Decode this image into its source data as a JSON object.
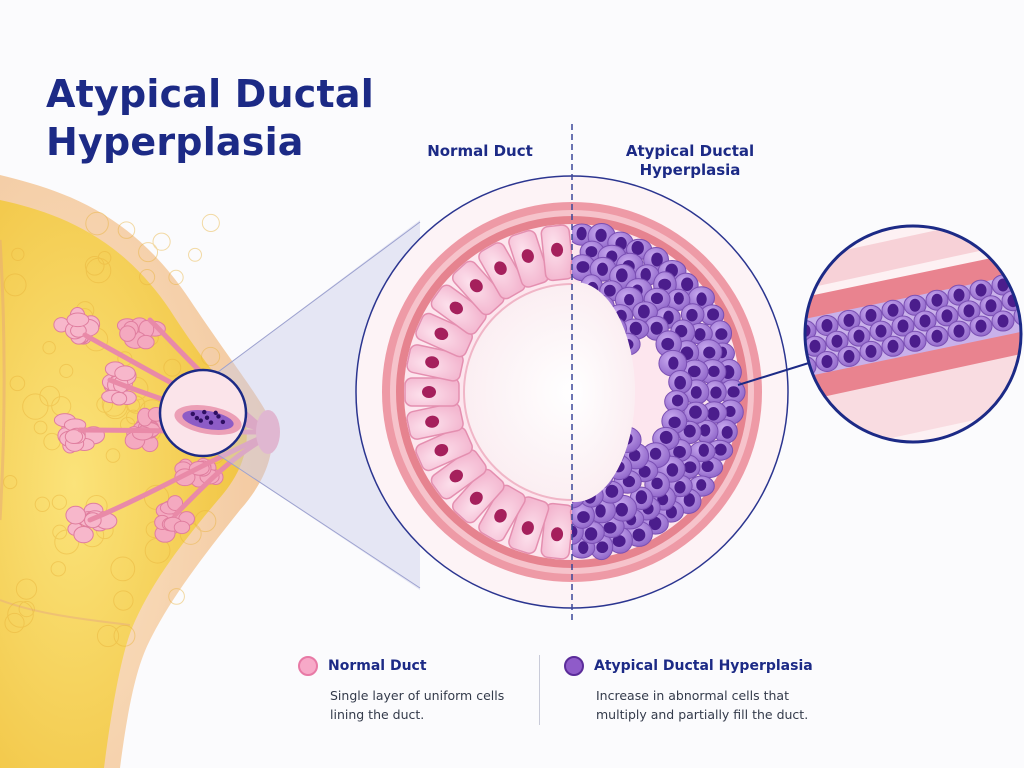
{
  "title": {
    "line1": "Atypical Ductal",
    "line2": "Hyperplasia"
  },
  "labels": {
    "normal": "Normal Duct",
    "adh_line1": "Atypical Ductal",
    "adh_line2": "Hyperplasia"
  },
  "legend": {
    "normal": {
      "name": "Normal Duct",
      "desc": "Single layer of uniform cells\nlining the duct."
    },
    "adh": {
      "name": "Atypical Ductal Hyperplasia",
      "desc": "Increase in abnormal cells that\nmultiply and partially fill the duct."
    }
  },
  "colors": {
    "title": "#1c2a86",
    "normal_cell": "#f7c6da",
    "normal_nucleus": "#a5205c",
    "atypical_cell": "#9a72d2",
    "atypical_nucleus": "#4b1d8c",
    "fat_tissue": "#f7d35c",
    "duct_wall": "#e8848f"
  }
}
